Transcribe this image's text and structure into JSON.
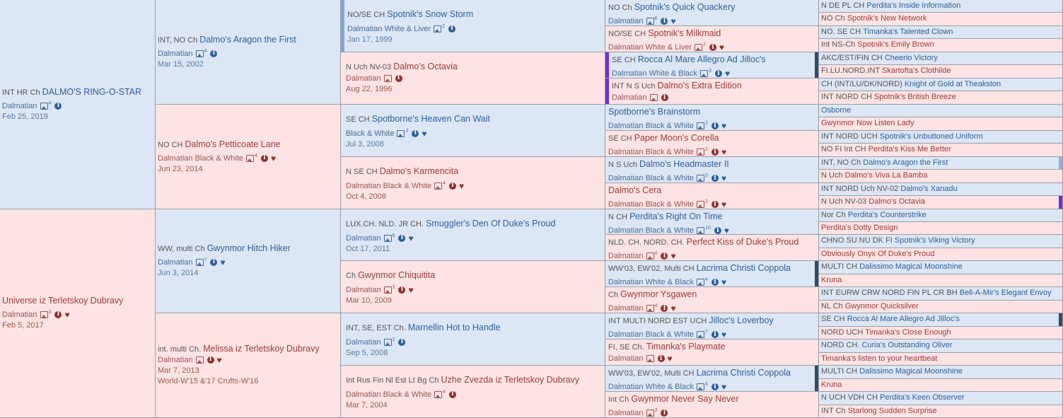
{
  "pedigree": {
    "g0": [
      {
        "sex": "m",
        "title": "INT HR Ch",
        "name": "DALMO'S RING-O-STAR",
        "breed": "Dalmatian",
        "photos": "4",
        "date": "Feb 25, 2019",
        "health": false
      },
      {
        "sex": "f",
        "title": "",
        "name": "Universe iz Terletskoy Dubravy",
        "breed": "Dalmatian",
        "photos": "3",
        "date": "Feb 5, 2017",
        "health": true
      }
    ],
    "g1": [
      {
        "sex": "m",
        "title": "INT, NO Ch",
        "name": "Dalmo's Aragon the First",
        "breed": "Dalmatian",
        "photos": "4",
        "date": "Mar 15, 2002",
        "health": false
      },
      {
        "sex": "f",
        "title": "NO CH",
        "name": "Dalmo's Petticoate Lane",
        "breed": "Dalmatian Black & White",
        "photos": "4",
        "date": "Jun 23, 2014",
        "health": true
      },
      {
        "sex": "m",
        "title": "WW, multi Ch",
        "name": "Gwynmor Hitch Hiker",
        "breed": "Dalmatian",
        "photos": "7",
        "date": "Jun 3, 2014",
        "health": true
      },
      {
        "sex": "f",
        "title": "int. multi Ch.",
        "name": "Melissa iz Terletskoy Dubravy",
        "breed": "Dalmatian",
        "photos": "",
        "date": "Mar 7, 2013",
        "health": true,
        "extra": "World-W'15 &'17 Crufts-W'16"
      }
    ],
    "g2": [
      {
        "sex": "m",
        "title": "NO/SE CH",
        "name": "Spotnik's Snow Storm",
        "breed": "Dalmatian White & Liver",
        "photos": "2",
        "date": "Jan 17, 1999",
        "health": false
      },
      {
        "sex": "f",
        "title": "N Uch NV-03",
        "name": "Dalmo's Octavia",
        "breed": "Dalmatian",
        "photos": "",
        "date": "Aug 22, 1996",
        "health": false
      },
      {
        "sex": "m",
        "title": "SE CH",
        "name": "Spotborne's Heaven Can Wait",
        "breed": "Black & White",
        "photos": "2",
        "date": "Jul 3, 2008",
        "health": true
      },
      {
        "sex": "f",
        "title": "N SE CH",
        "name": "Dalmo's Karmencita",
        "breed": "Dalmatian Black & White",
        "photos": "4",
        "date": "Oct 4, 2008",
        "health": true
      },
      {
        "sex": "m",
        "title": "LUX.CH. NLD. JR CH.",
        "name": "Smuggler's Den Of Duke's Proud",
        "breed": "Dalmatian",
        "photos": "6",
        "date": "Oct 17, 2011",
        "health": true
      },
      {
        "sex": "f",
        "title": "Ch",
        "name": "Gwynmor Chiquitita",
        "breed": "Dalmatian",
        "photos": "3",
        "date": "Mar 10, 2009",
        "health": true
      },
      {
        "sex": "m",
        "title": "INT, SE, EST Ch.",
        "name": "Marnellin Hot to Handle",
        "breed": "Dalmatian",
        "photos": "2",
        "date": "Sep 5, 2008",
        "health": false
      },
      {
        "sex": "f",
        "title": "Int Rus Fin Nl Est Lt Bg Ch",
        "name": "Uzhe Zvezda iz Terletskoy Dubravy",
        "breed": "Dalmatian Black & White",
        "photos": "4",
        "date": "Mar 7, 2004",
        "health": false
      }
    ],
    "g3": [
      {
        "sex": "m",
        "title": "NO Ch",
        "name": "Spotnik's Quick Quackery",
        "breed": "Dalmatian",
        "photos": "6",
        "health": true
      },
      {
        "sex": "f",
        "title": "NO/SE CH",
        "name": "Spotnik's Milkmaid",
        "breed": "Dalmatian White & Liver",
        "photos": "2",
        "health": true
      },
      {
        "sex": "m",
        "title": "SE CH",
        "name": "Rocca Al Mare Allegro Ad Jilloc's",
        "breed": "Dalmatian White & Black",
        "photos": "3",
        "health": true
      },
      {
        "sex": "f",
        "title": "INT N S Uch",
        "name": "Dalmo's Extra Edition",
        "breed": "Dalmatian",
        "photos": "",
        "health": false
      },
      {
        "sex": "m",
        "title": "",
        "name": "Spotborne's Brainstorm",
        "breed": "Dalmatian Black & White",
        "photos": "2",
        "health": true
      },
      {
        "sex": "f",
        "title": "SE CH",
        "name": "Paper Moon's Corella",
        "breed": "Dalmatian Black & White",
        "photos": "2",
        "health": true
      },
      {
        "sex": "m",
        "title": "N S Uch",
        "name": "Dalmo's Headmaster II",
        "breed": "Dalmatian Black & White",
        "photos": "5",
        "health": true
      },
      {
        "sex": "f",
        "title": "",
        "name": "Dalmo's Cera",
        "breed": "Dalmatian Black & White",
        "photos": "2",
        "health": true
      },
      {
        "sex": "m",
        "title": "N CH",
        "name": "Perdita's Right On Time",
        "breed": "Dalmatian Black & White",
        "photos": "10",
        "health": true
      },
      {
        "sex": "f",
        "title": "NLD. CH. NORD. CH.",
        "name": "Perfect Kiss of Duke's Proud",
        "breed": "Dalmatian",
        "photos": "4",
        "health": true
      },
      {
        "sex": "m",
        "title": "WW'03, EW'02, Multi CH",
        "name": "Lacrima Christi Coppola",
        "breed": "Dalmatian White & Black",
        "photos": "4",
        "health": true
      },
      {
        "sex": "f",
        "title": "Ch",
        "name": "Gwynmor Ysgawen",
        "breed": "Dalmatian",
        "photos": "4",
        "health": true
      },
      {
        "sex": "m",
        "title": "INT MULTI NORD EST UCH",
        "name": "Jilloc's Loverboy",
        "breed": "Dalmatian Black & White",
        "photos": "7",
        "health": true
      },
      {
        "sex": "f",
        "title": "FI, SE Ch.",
        "name": "Timanka's Playmate",
        "breed": "Dalmatian",
        "photos": "",
        "health": true
      },
      {
        "sex": "m",
        "title": "WW'03, EW'02, Multi CH",
        "name": "Lacrima Christi Coppola",
        "breed": "Dalmatian White & Black",
        "photos": "4",
        "health": true
      },
      {
        "sex": "f",
        "title": "Int Ch",
        "name": "Gwynmor Never Say Never",
        "breed": "Dalmatian",
        "photos": "3",
        "health": false
      }
    ],
    "g4": [
      {
        "sex": "m",
        "title": "N DE PL CH",
        "name": "Perdita's Inside Information"
      },
      {
        "sex": "f",
        "title": "NO Ch",
        "name": "Spotnik's New Network"
      },
      {
        "sex": "m",
        "title": "NO. SE CH",
        "name": "Timanka's Talented Clown"
      },
      {
        "sex": "f",
        "title": "Int NS-Ch",
        "name": "Spotnik's Emily Brown"
      },
      {
        "sex": "m",
        "title": "AKC/EST/FIN CH",
        "name": "Cheerio Victory"
      },
      {
        "sex": "f",
        "title": "FI.LU.NORD.INT",
        "name": "Skartofta's Clothilde"
      },
      {
        "sex": "m",
        "title": "CH (INT/LU/DK/NORD)",
        "name": "Knight of Gold at Theakston"
      },
      {
        "sex": "f",
        "title": "INT NORD CH",
        "name": "Spotnik's British Breeze"
      },
      {
        "sex": "m",
        "title": "",
        "name": "Osborne"
      },
      {
        "sex": "f",
        "title": "",
        "name": "Gwynmor Now Listen Lady"
      },
      {
        "sex": "m",
        "title": "INT NORD UCH",
        "name": "Spotnik's Unbuttoned Uniform"
      },
      {
        "sex": "f",
        "title": "NO FI Int CH",
        "name": "Perdita's Kiss Me Better"
      },
      {
        "sex": "m",
        "title": "INT, NO Ch",
        "name": "Dalmo's Aragon the First"
      },
      {
        "sex": "f",
        "title": "N Uch",
        "name": "Dalmo's Viva La Bamba"
      },
      {
        "sex": "m",
        "title": "INT NORD Uch NV-02",
        "name": "Dalmo's Xanadu"
      },
      {
        "sex": "f",
        "title": "N Uch NV-03",
        "name": "Dalmo's Octavia"
      },
      {
        "sex": "m",
        "title": "Nor Ch",
        "name": "Perdita's Counterstrike"
      },
      {
        "sex": "f",
        "title": "",
        "name": "Perdita's Dotty Design"
      },
      {
        "sex": "m",
        "title": "CHNO SU NU DK FI",
        "name": "Spotnik's Viking Victory"
      },
      {
        "sex": "f",
        "title": "",
        "name": "Obviously Onyx Of Duke's Proud"
      },
      {
        "sex": "m",
        "title": "MULTI CH",
        "name": "Dalissimo Magical Moonshine"
      },
      {
        "sex": "f",
        "title": "",
        "name": "Kruna"
      },
      {
        "sex": "m",
        "title": "INT EURW CRW NORD FIN PL CR BH",
        "name": "Bell-A-Mir's Elegant Envoy"
      },
      {
        "sex": "f",
        "title": "NL Ch",
        "name": "Gwynmor Quicksilver"
      },
      {
        "sex": "m",
        "title": "SE CH",
        "name": "Rocca Al Mare Allegro Ad Jilloc's"
      },
      {
        "sex": "f",
        "title": "NORD UCH",
        "name": "Timanka's Close Enough"
      },
      {
        "sex": "m",
        "title": "NORD CH.",
        "name": "Curia's Outstanding Oliver"
      },
      {
        "sex": "f",
        "title": "",
        "name": "Timanka's listen to your heartbeat"
      },
      {
        "sex": "m",
        "title": "MULTI CH",
        "name": "Dalissimo Magical Moonshine"
      },
      {
        "sex": "f",
        "title": "",
        "name": "Kruna"
      },
      {
        "sex": "m",
        "title": "N UCH VDH CH",
        "name": "Perdita's Keen Observer"
      },
      {
        "sex": "f",
        "title": "INT Ch",
        "name": "Starlong Sudden Surprise"
      }
    ]
  },
  "colors": {
    "male_bg": "#dce6f4",
    "female_bg": "#fde3e3",
    "male_name": "#2e5f99",
    "female_name": "#9a3b3b",
    "inbreeding_marker_blue": "#7fa6d8",
    "inbreeding_marker_purple": "#6b2fd6",
    "inbreeding_marker_navy": "#314a6a"
  },
  "icons": {
    "photos": "photo-icon",
    "info": "info-icon",
    "health": "heart-pulse-icon"
  }
}
